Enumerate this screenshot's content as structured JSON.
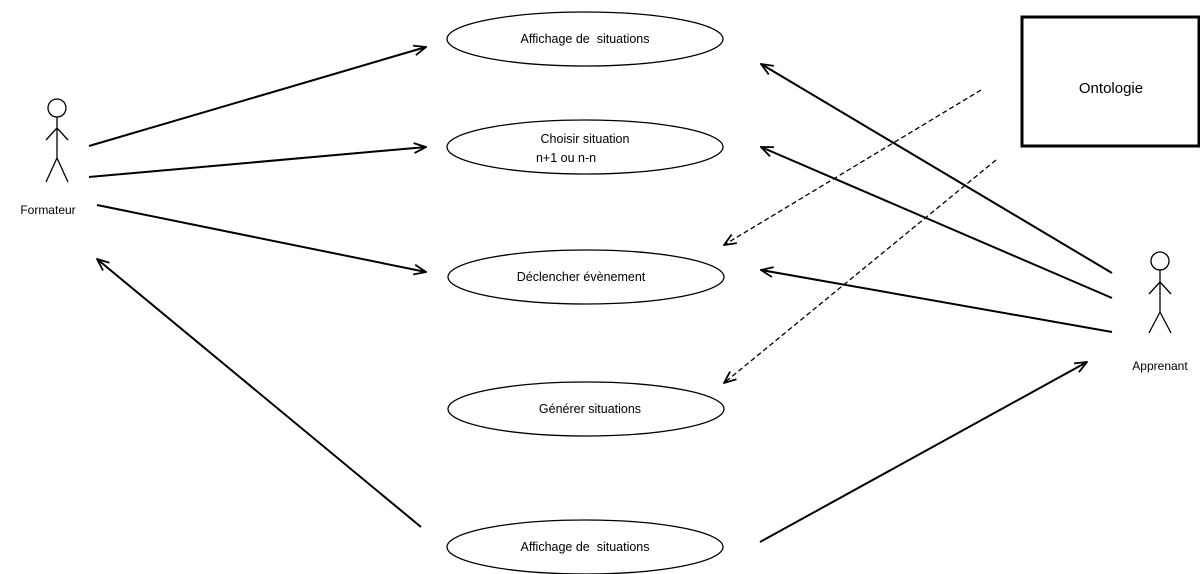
{
  "actors": {
    "formateur": {
      "label": "Formateur"
    },
    "apprenant": {
      "label": "Apprenant"
    }
  },
  "use_cases": [
    {
      "id": "uc1",
      "lines": [
        "Affichage de  situations"
      ]
    },
    {
      "id": "uc2",
      "lines": [
        "Choisir situation",
        "n+1 ou n-n"
      ]
    },
    {
      "id": "uc3",
      "lines": [
        "Déclencher évènement"
      ]
    },
    {
      "id": "uc4",
      "lines": [
        "Générer situations"
      ]
    },
    {
      "id": "uc5",
      "lines": [
        "Affichage de  situations"
      ]
    }
  ],
  "ontology_box": {
    "label": "Ontologie"
  },
  "relations": [
    {
      "from": "formateur",
      "to": "uc1",
      "style": "solid"
    },
    {
      "from": "formateur",
      "to": "uc2",
      "style": "solid"
    },
    {
      "from": "formateur",
      "to": "uc3",
      "style": "solid"
    },
    {
      "from": "uc5",
      "to": "formateur",
      "style": "solid"
    },
    {
      "from": "apprenant",
      "to": "uc1",
      "style": "solid"
    },
    {
      "from": "apprenant",
      "to": "uc2",
      "style": "solid"
    },
    {
      "from": "apprenant",
      "to": "uc3",
      "style": "solid"
    },
    {
      "from": "uc5",
      "to": "apprenant",
      "style": "solid"
    },
    {
      "from": "ontology",
      "to": "uc3",
      "style": "dashed"
    },
    {
      "from": "ontology",
      "to": "uc4",
      "style": "dashed"
    }
  ],
  "colors": {
    "stroke": "#000000",
    "background": "#ffffff"
  }
}
